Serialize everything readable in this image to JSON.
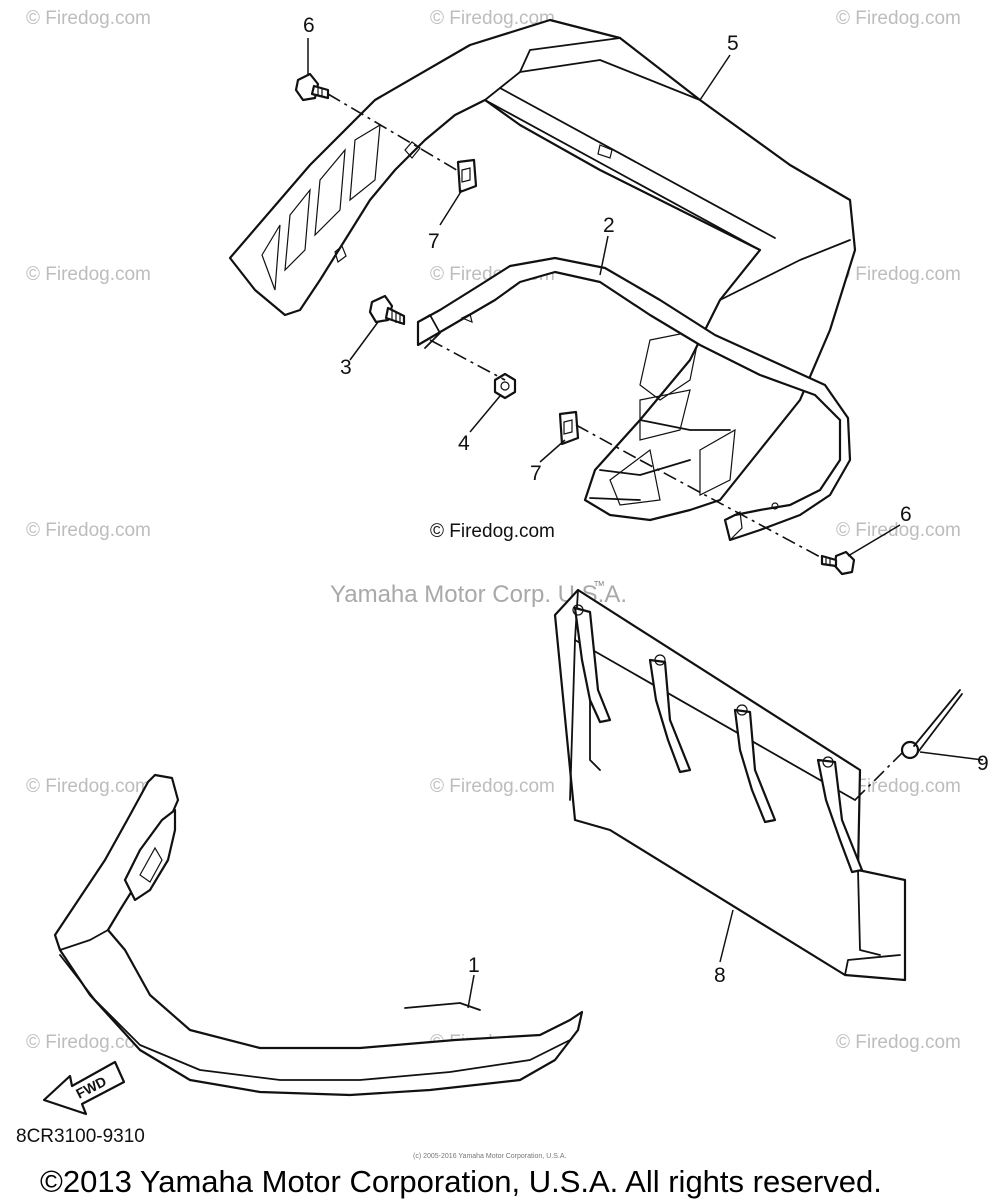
{
  "watermarks": {
    "site": "© Firedog.com",
    "center_label": "© Firedog.com",
    "brand": "Yamaha Motor Corp. U.S.A.",
    "brand_tm": "TM"
  },
  "callouts": {
    "p1": "1",
    "p2": "2",
    "p3": "3",
    "p4": "4",
    "p5": "5",
    "p6a": "6",
    "p6b": "6",
    "p7a": "7",
    "p7b": "7",
    "p8": "8",
    "p9": "9"
  },
  "fwd_label": "FWD",
  "diagram_code": "8CR3100-9310",
  "fine_print": "(c) 2005-2016 Yamaha Motor Corporation, U.S.A.",
  "copyright": "©2013 Yamaha Motor Corporation, U.S.A. All rights reserved."
}
